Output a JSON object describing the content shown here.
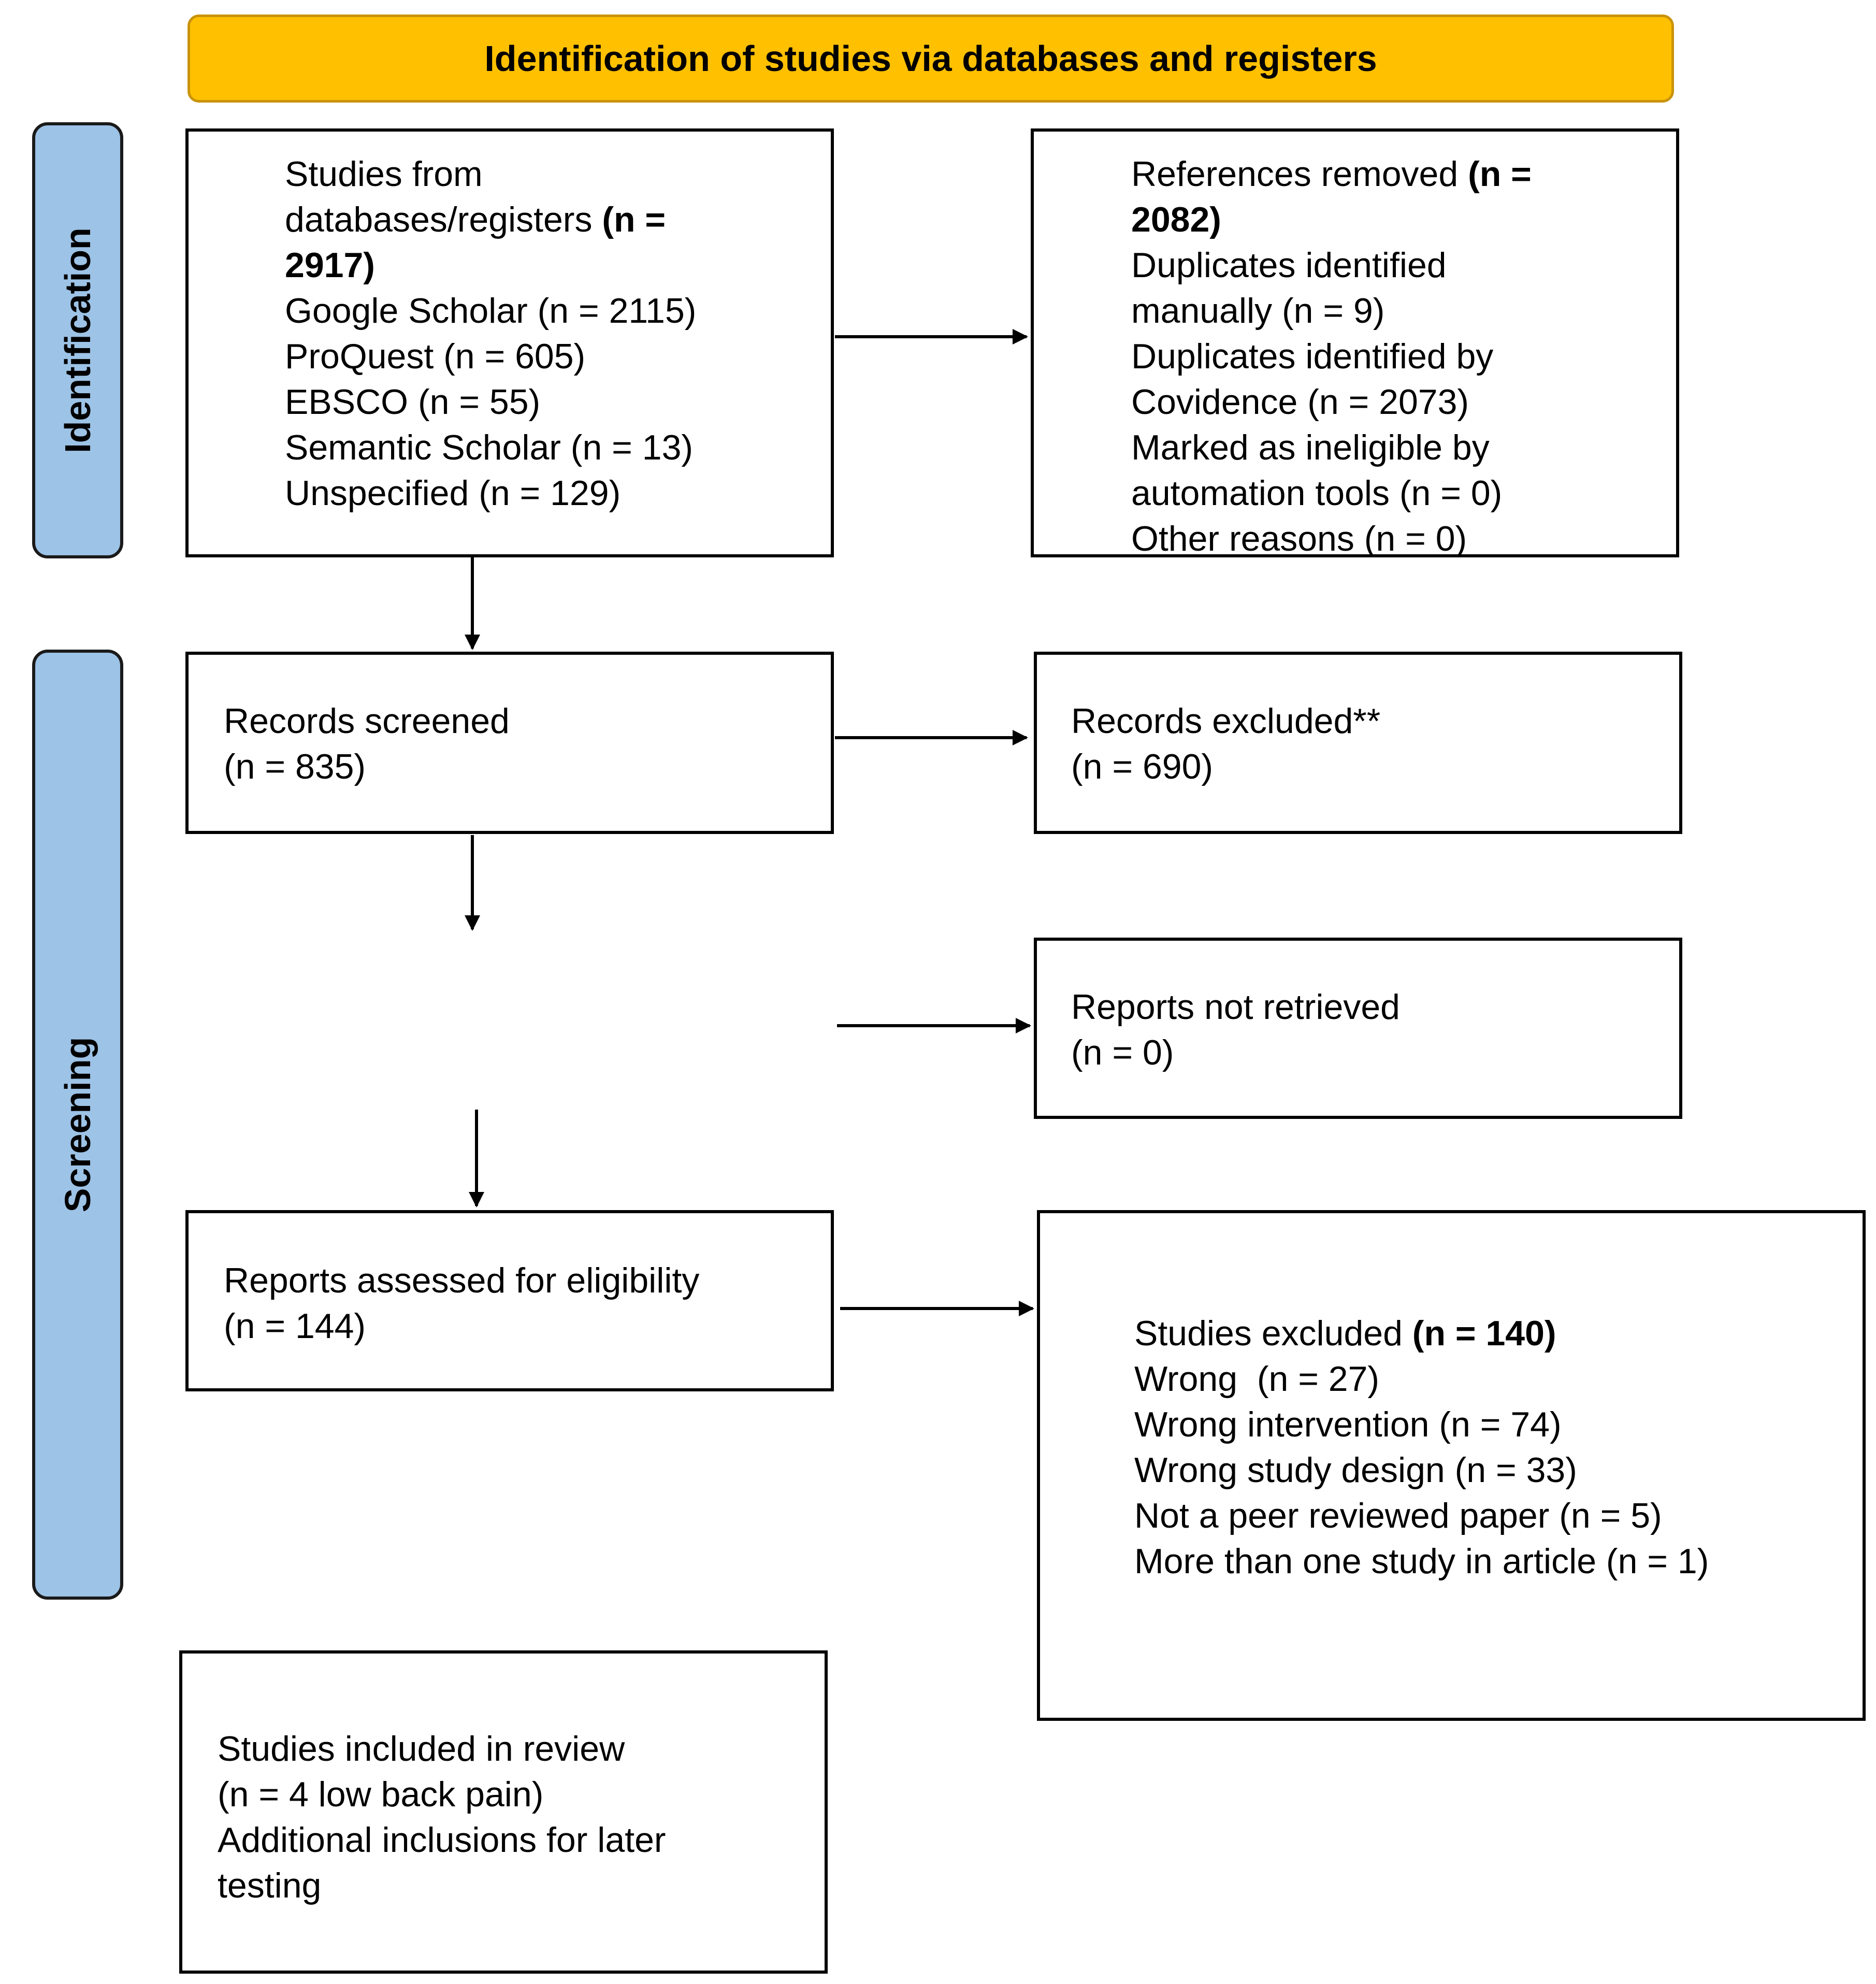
{
  "colors": {
    "banner_fill": "#FFC000",
    "stage_fill": "#9DC3E6",
    "box_border": "#000000",
    "text": "#000000"
  },
  "header": {
    "title": "Identification of studies via databases and registers"
  },
  "stages": {
    "identification": "Identification",
    "screening": "Screening"
  },
  "identification": {
    "sources_box": {
      "lines": [
        {
          "text": "Studies from"
        },
        {
          "text": "databases/registers ",
          "bold": "(n ="
        },
        {
          "text": "",
          "bold": "2917)"
        },
        {
          "text": "Google Scholar (n = 2115)"
        },
        {
          "text": "ProQuest (n = 605)"
        },
        {
          "text": "EBSCO (n = 55)"
        },
        {
          "text": "Semantic Scholar (n = 13)"
        },
        {
          "text": "Unspecified (n = 129)"
        }
      ]
    },
    "removed_box": {
      "lines": [
        {
          "text": "References removed ",
          "bold": "(n ="
        },
        {
          "text": "",
          "bold": "2082)"
        },
        {
          "text": "Duplicates identified"
        },
        {
          "text": "manually (n = 9)"
        },
        {
          "text": "Duplicates identified by"
        },
        {
          "text": "Covidence (n = 2073)"
        },
        {
          "text": "Marked as ineligible by"
        },
        {
          "text": "automation tools (n = 0)"
        },
        {
          "text": "Other reasons (n = 0)"
        }
      ]
    }
  },
  "screening": {
    "records_screened": {
      "lines": [
        {
          "text": "Records screened"
        },
        {
          "text": "(n = 835)"
        }
      ]
    },
    "records_excluded": {
      "lines": [
        {
          "text": "Records excluded**"
        },
        {
          "text": "(n = 690)"
        }
      ]
    },
    "reports_not_retrieved": {
      "lines": [
        {
          "text": "Reports not retrieved"
        },
        {
          "text": "(n = 0)"
        }
      ]
    },
    "reports_assessed": {
      "lines": [
        {
          "text": "Reports assessed for eligibility"
        },
        {
          "text": "(n = 144)"
        }
      ]
    },
    "studies_excluded": {
      "lines": [
        {
          "text": "Studies excluded ",
          "bold": "(n = 140)"
        },
        {
          "text": "Wrong  (n = 27)"
        },
        {
          "text": "Wrong intervention (n = 74)"
        },
        {
          "text": "Wrong study design (n = 33)"
        },
        {
          "text": "Not a peer reviewed paper (n = 5)"
        },
        {
          "text": "More than one study in article (n = 1)"
        }
      ]
    }
  },
  "included": {
    "studies_included": {
      "lines": [
        {
          "text": "Studies included in review"
        },
        {
          "text": "(n = 4 low back pain)"
        },
        {
          "text": "Additional inclusions for later"
        },
        {
          "text": "testing"
        }
      ]
    }
  }
}
